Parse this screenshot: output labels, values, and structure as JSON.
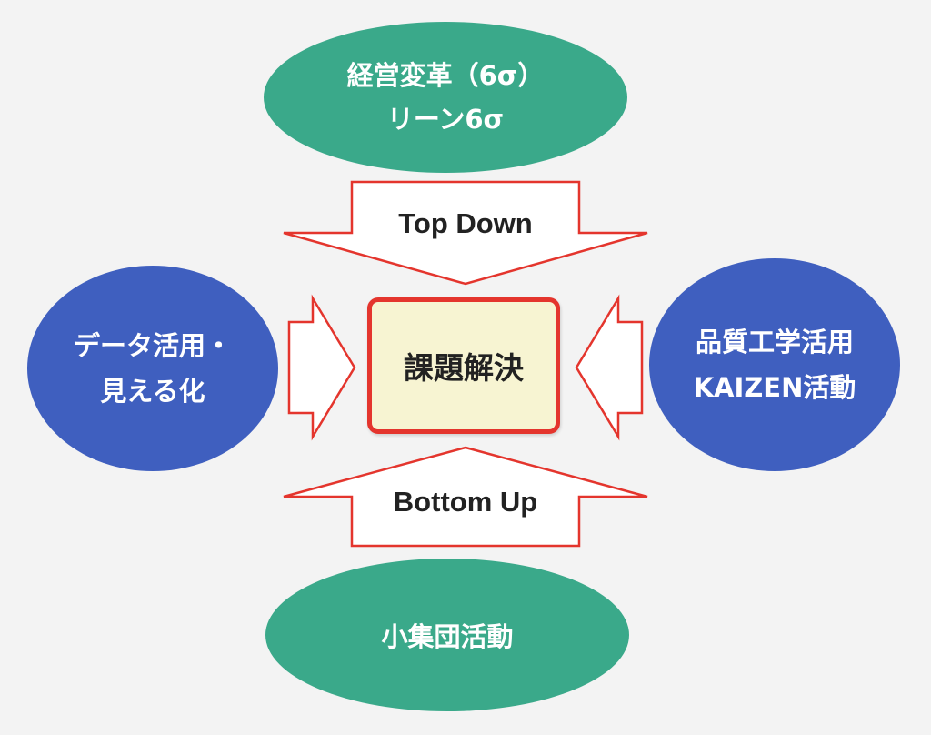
{
  "top": {
    "lines": [
      "経営変革（6σ）",
      "リーン6σ"
    ],
    "arrow_label": "Top Down"
  },
  "bottom": {
    "lines": [
      "小集団活動"
    ],
    "arrow_label": "Bottom Up"
  },
  "left": {
    "lines": [
      "データ活用・",
      "見える化"
    ]
  },
  "right": {
    "lines": [
      "品質工学活用",
      "KAIZEN活動"
    ]
  },
  "center": {
    "label": "課題解決"
  },
  "colors": {
    "green": "#3aa98a",
    "blue": "#3f5fbf",
    "arrow_stroke": "#e4352d",
    "center_fill": "#f7f4d2",
    "background": "#f3f3f3"
  }
}
